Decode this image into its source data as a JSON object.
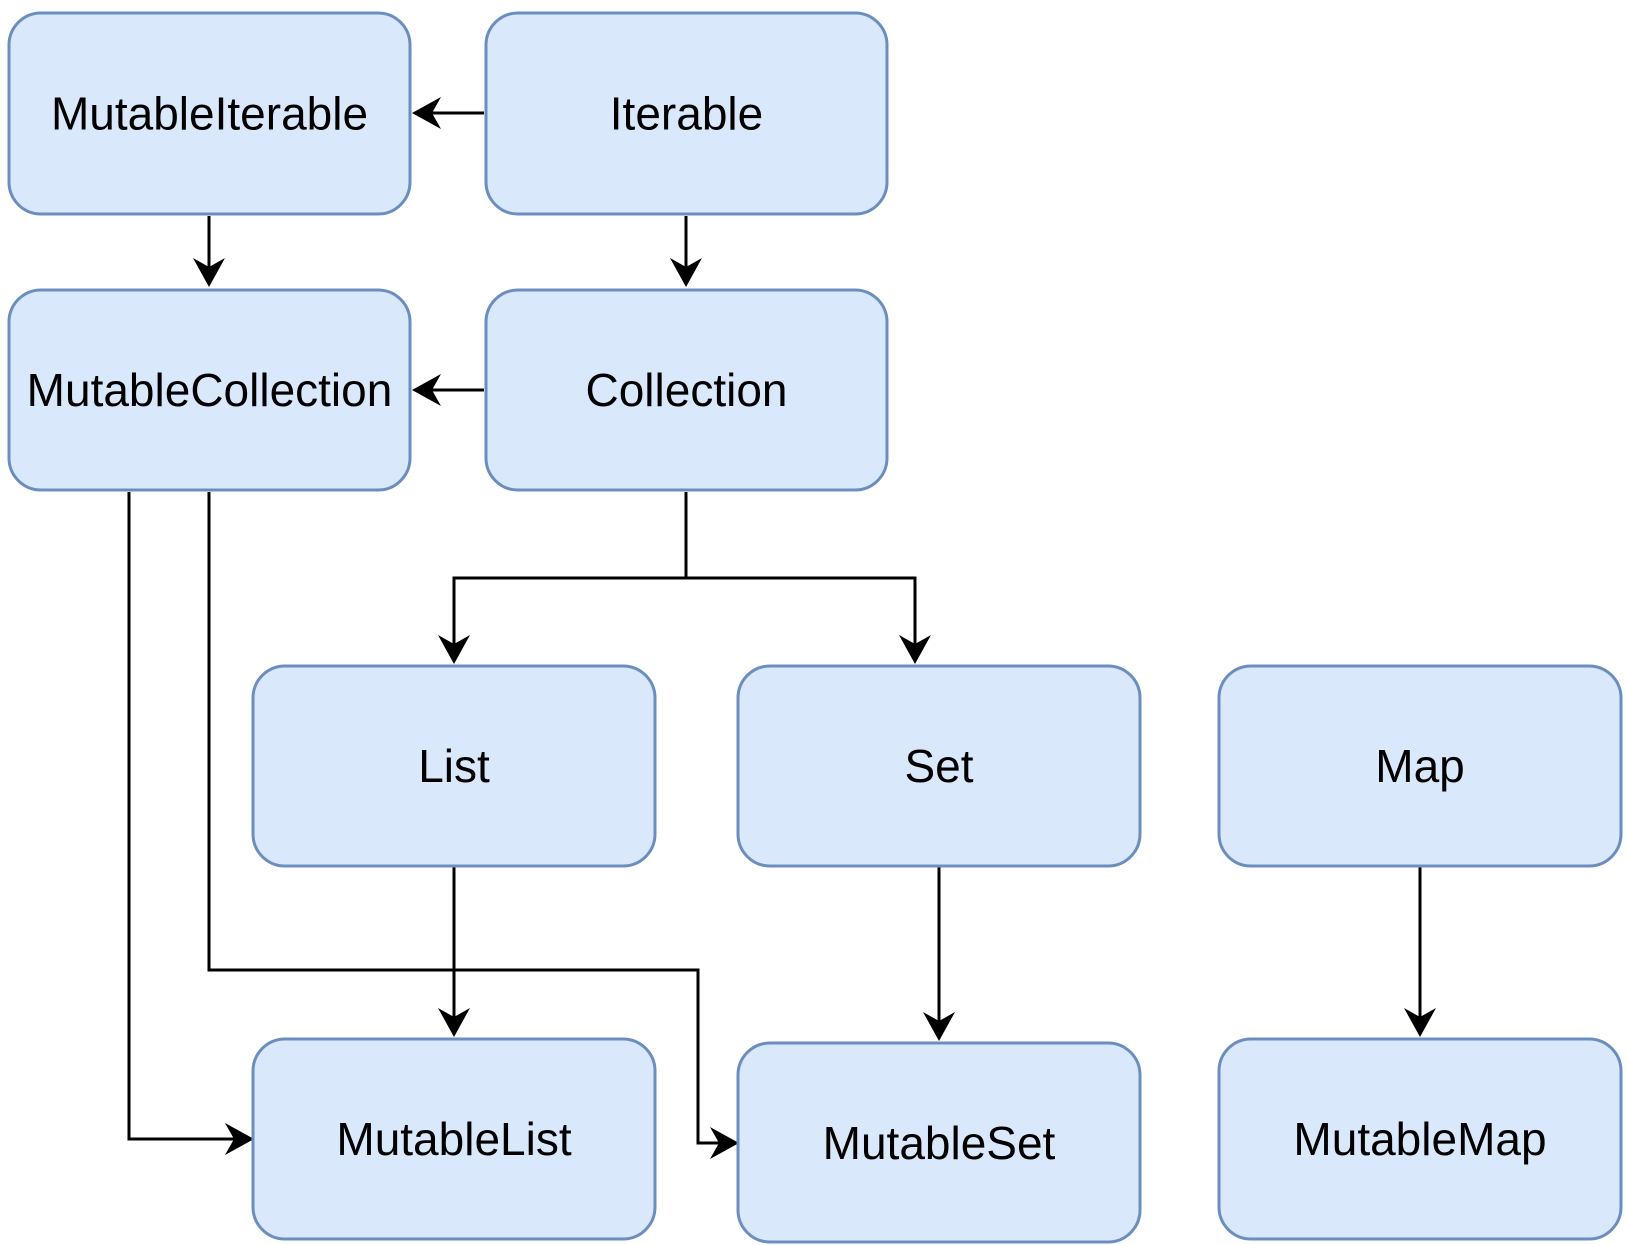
{
  "colors": {
    "node_fill": "#dae8fc",
    "node_stroke": "#6c8ebf",
    "edge": "#000000"
  },
  "nodes": {
    "mutable_iterable": "MutableIterable",
    "iterable": "Iterable",
    "mutable_collection": "MutableCollection",
    "collection": "Collection",
    "list": "List",
    "set": "Set",
    "map": "Map",
    "mutable_list": "MutableList",
    "mutable_set": "MutableSet",
    "mutable_map": "MutableMap"
  },
  "edges": [
    {
      "from": "Iterable",
      "to": "MutableIterable"
    },
    {
      "from": "Iterable",
      "to": "Collection"
    },
    {
      "from": "MutableIterable",
      "to": "MutableCollection"
    },
    {
      "from": "Collection",
      "to": "MutableCollection"
    },
    {
      "from": "Collection",
      "to": "List"
    },
    {
      "from": "Collection",
      "to": "Set"
    },
    {
      "from": "MutableCollection",
      "to": "MutableList"
    },
    {
      "from": "MutableCollection",
      "to": "MutableSet"
    },
    {
      "from": "List",
      "to": "MutableList"
    },
    {
      "from": "Set",
      "to": "MutableSet"
    },
    {
      "from": "Map",
      "to": "MutableMap"
    }
  ]
}
